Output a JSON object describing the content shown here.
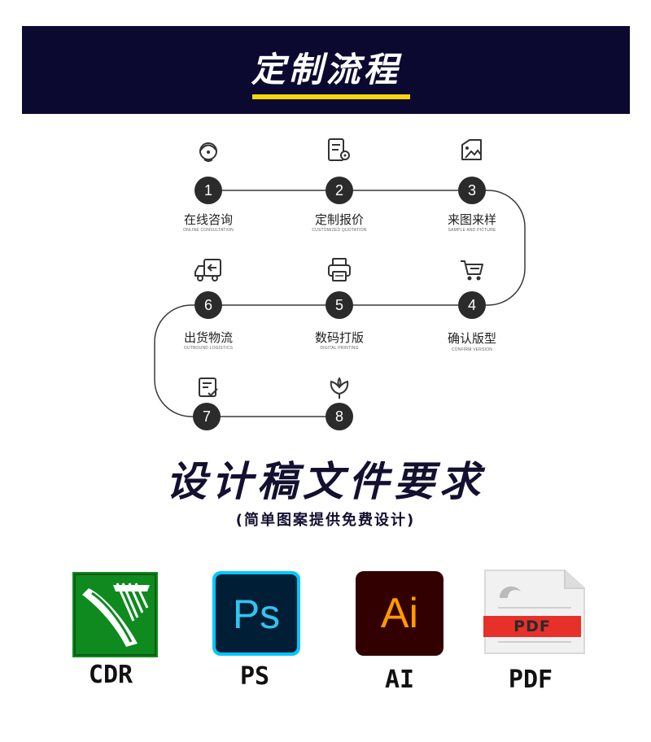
{
  "banner": {
    "title": "定制流程"
  },
  "steps": [
    {
      "num": "1",
      "label": "在线咨询",
      "sub": "ONLINE CONSULTATION",
      "icon": "headset-agent-icon"
    },
    {
      "num": "2",
      "label": "定制报价",
      "sub": "CUSTOMIZED QUOTATION",
      "icon": "document-gear-icon"
    },
    {
      "num": "3",
      "label": "来图来样",
      "sub": "SAMPLE AND PICTURE",
      "icon": "image-sample-icon"
    },
    {
      "num": "4",
      "label": "确认版型",
      "sub": "CONFIRM VERSION",
      "icon": "shopping-cart-icon"
    },
    {
      "num": "5",
      "label": "数码打版",
      "sub": "DIGITAL PRINTING",
      "icon": "printer-icon"
    },
    {
      "num": "6",
      "label": "出货物流",
      "sub": "OUTBOUND LOGISTICS",
      "icon": "delivery-truck-icon"
    },
    {
      "num": "7",
      "label": "",
      "sub": "",
      "icon": "checklist-icon"
    },
    {
      "num": "8",
      "label": "",
      "sub": "",
      "icon": "flower-icon"
    }
  ],
  "design": {
    "title": "设计稿文件要求",
    "subtitle": "(简单图案提供免费设计)"
  },
  "formats": [
    {
      "label": "CDR",
      "logo_text": "",
      "icon": "coreldraw-logo-icon",
      "color": "#0e8a1e"
    },
    {
      "label": "PS",
      "logo_text": "Ps",
      "icon": "photoshop-logo-icon",
      "color": "#001e36"
    },
    {
      "label": "AI",
      "logo_text": "Ai",
      "icon": "illustrator-logo-icon",
      "color": "#330000"
    },
    {
      "label": "PDF",
      "logo_text": "PDF",
      "icon": "pdf-file-icon",
      "color": "#e8302a"
    }
  ]
}
